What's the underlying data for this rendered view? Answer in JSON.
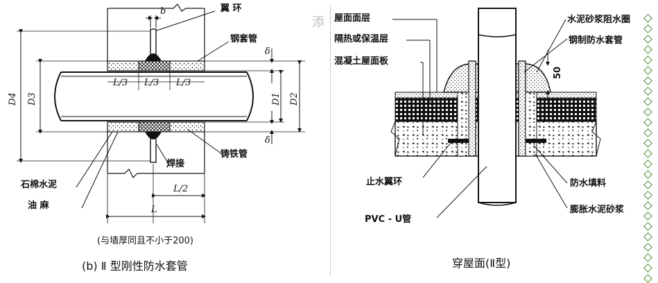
{
  "left": {
    "labels": {
      "b": "b",
      "wing_ring": "翼 环",
      "steel_sleeve": "钢套管",
      "delta_top": "δ",
      "delta_bottom": "δ",
      "D4": "D4",
      "D3": "D3",
      "D1": "D1",
      "D2": "D2",
      "l3a": "L/3",
      "l3b": "L/3",
      "l3c": "L/3",
      "weld": "焊接",
      "cast_iron": "铸铁管",
      "asbestos": "石棉水泥",
      "oakum": "油 麻",
      "l2": "L/2",
      "L": "L"
    },
    "note": "(与墙厚同且不小于200)",
    "caption": "(b) Ⅱ 型刚性防水套管"
  },
  "right": {
    "labels": {
      "roof_surface": "屋面面层",
      "insulation": "隔热或保温层",
      "concrete_slab": "混凝土屋面板",
      "mortar_ring": "水泥砂浆阻水圈",
      "steel_sleeve": "钢制防水套管",
      "fifty": "50",
      "water_stop": "止水翼环",
      "pvc": "PVC - U管",
      "filler": "防水填料",
      "expansive": "膨胀水泥砂浆"
    },
    "caption": "穿屋面(Ⅱ型)"
  },
  "ghost_text": "添"
}
